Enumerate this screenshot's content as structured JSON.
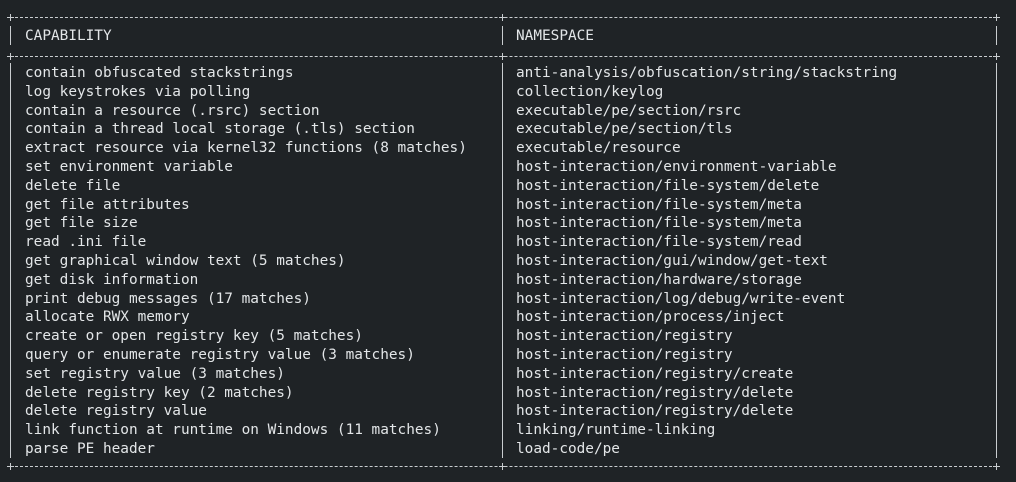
{
  "table": {
    "headers": {
      "capability": "CAPABILITY",
      "namespace": "NAMESPACE"
    },
    "rows": [
      {
        "capability": "contain obfuscated stackstrings",
        "namespace": "anti-analysis/obfuscation/string/stackstring"
      },
      {
        "capability": "log keystrokes via polling",
        "namespace": "collection/keylog"
      },
      {
        "capability": "contain a resource (.rsrc) section",
        "namespace": "executable/pe/section/rsrc"
      },
      {
        "capability": "contain a thread local storage (.tls) section",
        "namespace": "executable/pe/section/tls"
      },
      {
        "capability": "extract resource via kernel32 functions (8 matches)",
        "namespace": "executable/resource"
      },
      {
        "capability": "set environment variable",
        "namespace": "host-interaction/environment-variable"
      },
      {
        "capability": "delete file",
        "namespace": "host-interaction/file-system/delete"
      },
      {
        "capability": "get file attributes",
        "namespace": "host-interaction/file-system/meta"
      },
      {
        "capability": "get file size",
        "namespace": "host-interaction/file-system/meta"
      },
      {
        "capability": "read .ini file",
        "namespace": "host-interaction/file-system/read"
      },
      {
        "capability": "get graphical window text (5 matches)",
        "namespace": "host-interaction/gui/window/get-text"
      },
      {
        "capability": "get disk information",
        "namespace": "host-interaction/hardware/storage"
      },
      {
        "capability": "print debug messages (17 matches)",
        "namespace": "host-interaction/log/debug/write-event"
      },
      {
        "capability": "allocate RWX memory",
        "namespace": "host-interaction/process/inject"
      },
      {
        "capability": "create or open registry key (5 matches)",
        "namespace": "host-interaction/registry"
      },
      {
        "capability": "query or enumerate registry value (3 matches)",
        "namespace": "host-interaction/registry"
      },
      {
        "capability": "set registry value (3 matches)",
        "namespace": "host-interaction/registry/create"
      },
      {
        "capability": "delete registry key (2 matches)",
        "namespace": "host-interaction/registry/delete"
      },
      {
        "capability": "delete registry value",
        "namespace": "host-interaction/registry/delete"
      },
      {
        "capability": "link function at runtime on Windows (11 matches)",
        "namespace": "linking/runtime-linking"
      },
      {
        "capability": "parse PE header",
        "namespace": "load-code/pe"
      }
    ]
  }
}
